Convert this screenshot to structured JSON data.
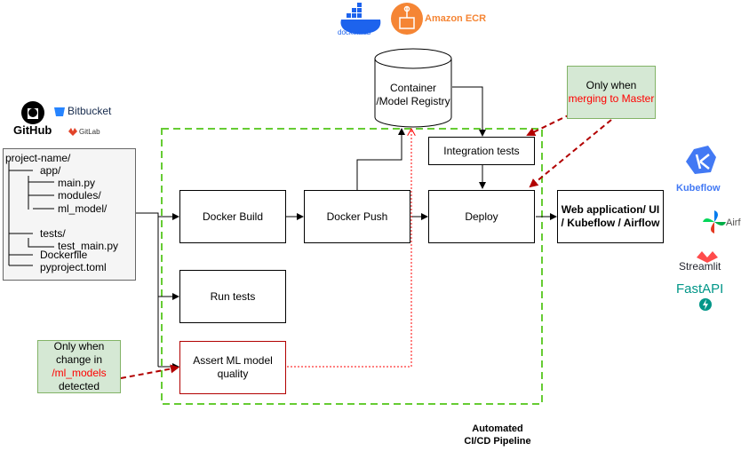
{
  "logos": {
    "github": "GitHub",
    "bitbucket": "Bitbucket",
    "gitlab": "GitLab",
    "dockerhub": "dockerhub",
    "amazon_ecr": "Amazon ECR",
    "kubeflow": "Kubeflow",
    "airflow": "Airflow",
    "streamlit": "Streamlit",
    "fastapi": "FastAPI"
  },
  "project_tree": {
    "root": "project-name/",
    "app": "app/",
    "main_py": "main.py",
    "modules": "modules/",
    "ml_model": "ml_model/",
    "tests": "tests/",
    "test_main_py": "test_main.py",
    "dockerfile": "Dockerfile",
    "pyproject": "pyproject.toml"
  },
  "nodes": {
    "docker_build": "Docker Build",
    "docker_push": "Docker Push",
    "deploy": "Deploy",
    "run_tests": "Run tests",
    "assert_ml": "Assert ML model quality",
    "integration_tests": "Integration tests",
    "registry": "Container /Model Registry",
    "web_app": "Web application/ UI / Kubeflow / Airflow"
  },
  "notes": {
    "master_line1": "Only when",
    "master_line2": "merging to Master",
    "models_line1": "Only when",
    "models_line2": "change in",
    "models_line3": "/ml_models",
    "models_line4": "detected"
  },
  "pipeline_label_line1": "Automated",
  "pipeline_label_line2": "CI/CD Pipeline",
  "colors": {
    "pipeline_border": "#66cc33",
    "note_fill": "#d5e8d4",
    "highlight_red": "#ff0000",
    "dashed_arrow": "#b20000",
    "docker_blue": "#1d63ed",
    "ecr_orange": "#f58534",
    "kubeflow_blue": "#4279f4",
    "fastapi_teal": "#009688"
  }
}
